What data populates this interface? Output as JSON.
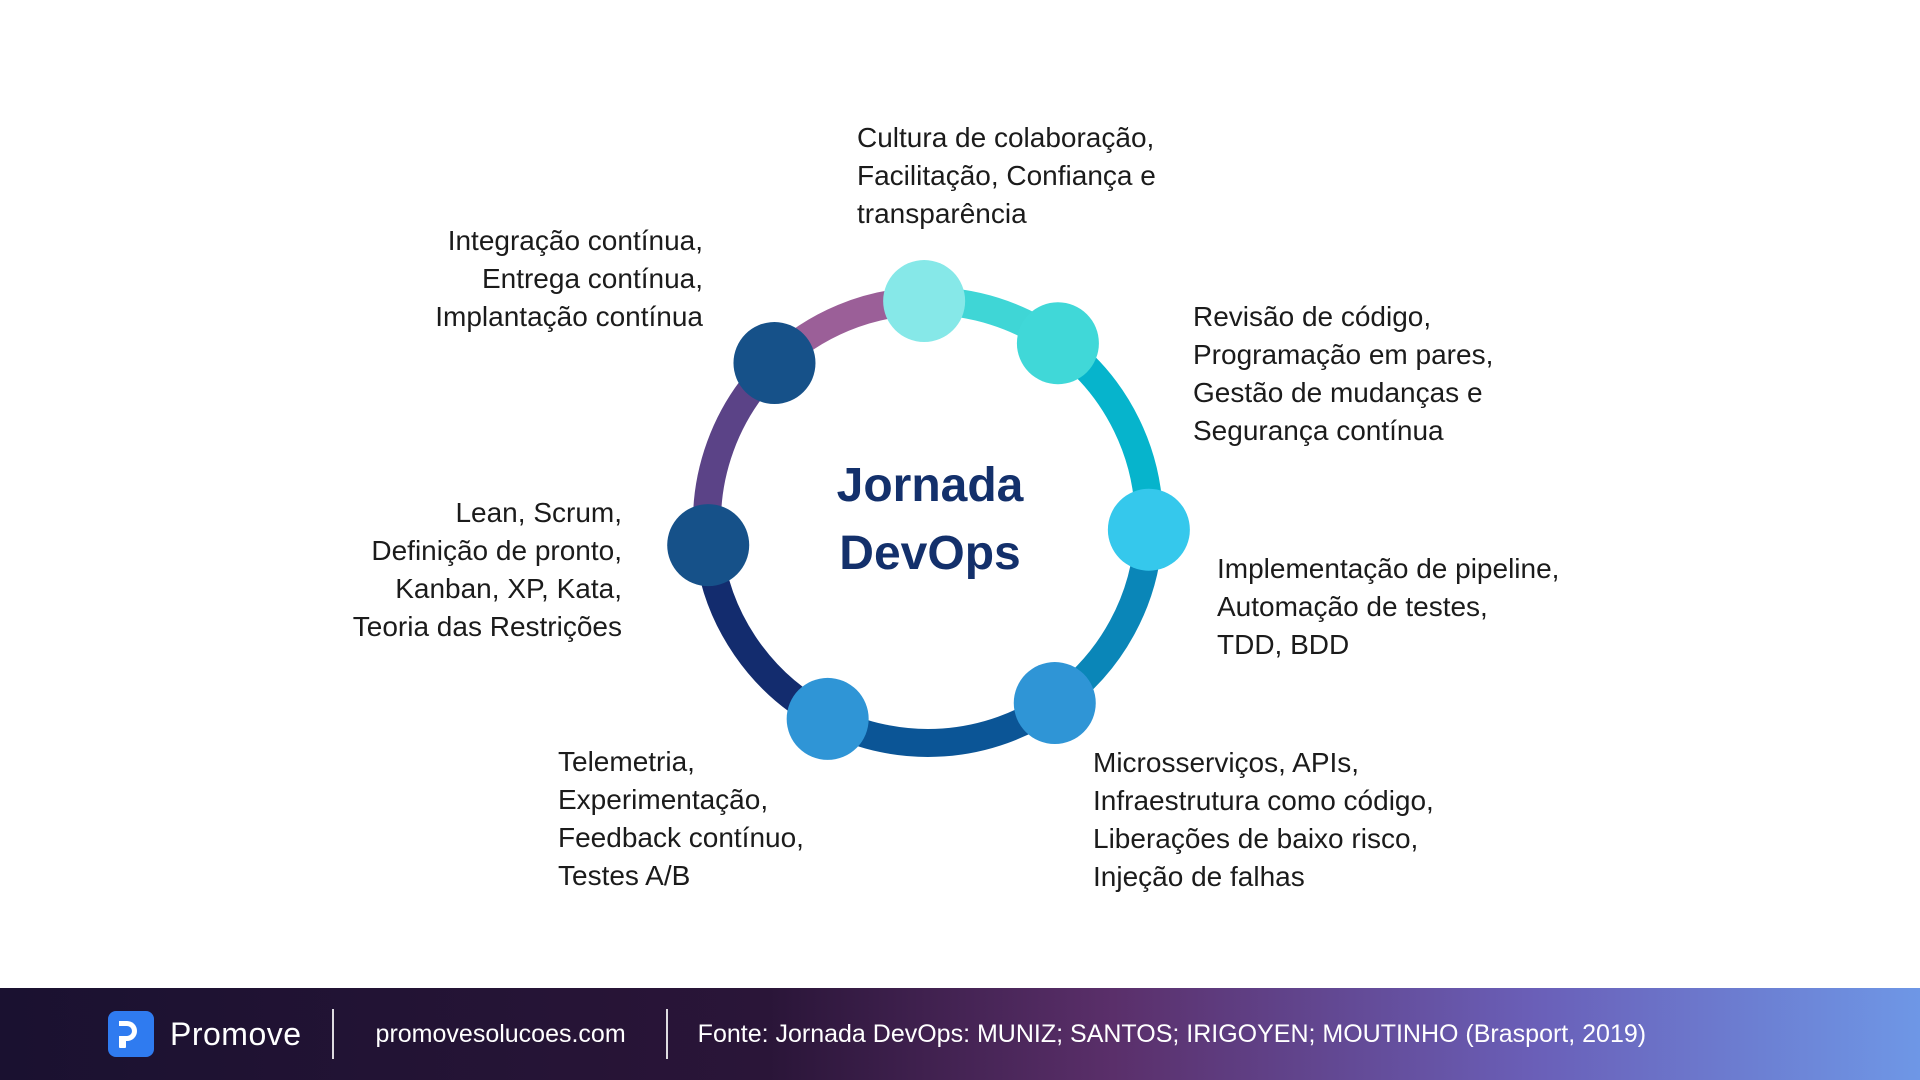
{
  "diagram": {
    "title_lines": [
      "Jornada",
      "DevOps"
    ],
    "stages": [
      {
        "id": "culture",
        "lines": [
          "Cultura de colaboração,",
          "Facilitação, Confiança e",
          "transparência"
        ],
        "node_color": "#86e8e8",
        "arc_color": "#3fd6d6"
      },
      {
        "id": "code-review",
        "lines": [
          "Revisão de código,",
          "Programação em pares,",
          "Gestão de mudanças e",
          "Segurança contínua"
        ],
        "node_color": "#40d8d8",
        "arc_color": "#06b4cc"
      },
      {
        "id": "pipeline",
        "lines": [
          "Implementação de pipeline,",
          "Automação de testes,",
          "TDD, BDD"
        ],
        "node_color": "#35c8ec",
        "arc_color": "#0a86b8"
      },
      {
        "id": "microservices",
        "lines": [
          "Microsserviços, APIs,",
          "Infraestrutura como código,",
          "Liberações de baixo risco,",
          "Injeção de falhas"
        ],
        "node_color": "#2f95d6",
        "arc_color": "#0b5596"
      },
      {
        "id": "telemetry",
        "lines": [
          "Telemetria,",
          "Experimentação,",
          "Feedback contínuo,",
          "Testes A/B"
        ],
        "node_color": "#2f95d6",
        "arc_color": "#132c6e"
      },
      {
        "id": "lean",
        "lines": [
          "Lean, Scrum,",
          "Definição de pronto,",
          "Kanban, XP, Kata,",
          "Teoria das Restrições"
        ],
        "node_color": "#165189",
        "arc_color": "#5b4387"
      },
      {
        "id": "integration",
        "lines": [
          "Integração contínua,",
          "Entrega contínua,",
          "Implantação contínua"
        ],
        "node_color": "#165189",
        "arc_color": "#9b5f98"
      }
    ]
  },
  "footer": {
    "brand_name": "Promove",
    "website": "promovesolucoes.com",
    "source": "Fonte: Jornada DevOps: MUNIZ; SANTOS; IRIGOYEN; MOUTINHO (Brasport, 2019)"
  }
}
